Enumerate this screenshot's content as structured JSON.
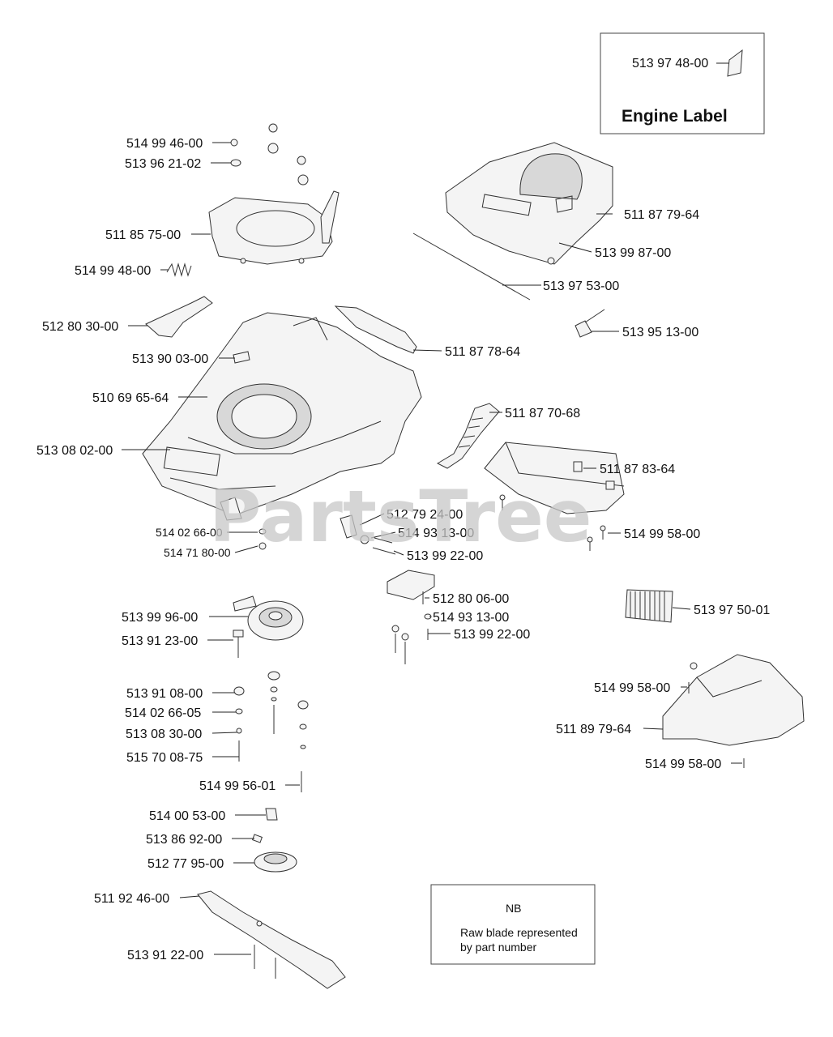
{
  "engine_label_box": {
    "part_number": "513 97 48-00",
    "title": "Engine Label"
  },
  "note_box": {
    "heading": "NB",
    "line1": "Raw blade represented",
    "line2": "by part number"
  },
  "watermark": "PartsTree",
  "callouts": [
    {
      "id": "c01",
      "text": "514 99 46-00"
    },
    {
      "id": "c02",
      "text": "513 96 21-02"
    },
    {
      "id": "c03",
      "text": "511 85 75-00"
    },
    {
      "id": "c04",
      "text": "514 99 48-00"
    },
    {
      "id": "c05",
      "text": "512 80 30-00"
    },
    {
      "id": "c06",
      "text": "513 90 03-00"
    },
    {
      "id": "c07",
      "text": "510 69 65-64"
    },
    {
      "id": "c08",
      "text": "513 08 02-00"
    },
    {
      "id": "c09",
      "text": "514 02 66-00"
    },
    {
      "id": "c10",
      "text": "514 71 80-00"
    },
    {
      "id": "c11",
      "text": "511 87 79-64"
    },
    {
      "id": "c12",
      "text": "513 99 87-00"
    },
    {
      "id": "c13",
      "text": "513 97 53-00"
    },
    {
      "id": "c14",
      "text": "513 95 13-00"
    },
    {
      "id": "c15",
      "text": "511 87 78-64"
    },
    {
      "id": "c16",
      "text": "511 87 70-68"
    },
    {
      "id": "c17",
      "text": "511 87 83-64"
    },
    {
      "id": "c18",
      "text": "512 79 24-00"
    },
    {
      "id": "c19",
      "text": "514 93 13-00"
    },
    {
      "id": "c20",
      "text": "514 99 58-00"
    },
    {
      "id": "c21",
      "text": "513 99 22-00"
    },
    {
      "id": "c22",
      "text": "513 99 96-00"
    },
    {
      "id": "c23",
      "text": "513 91 23-00"
    },
    {
      "id": "c24",
      "text": "512 80 06-00"
    },
    {
      "id": "c25",
      "text": "514 93 13-00"
    },
    {
      "id": "c26",
      "text": "513 99 22-00"
    },
    {
      "id": "c27",
      "text": "513 97 50-01"
    },
    {
      "id": "c28",
      "text": "513 91 08-00"
    },
    {
      "id": "c29",
      "text": "514 02 66-05"
    },
    {
      "id": "c30",
      "text": "513 08 30-00"
    },
    {
      "id": "c31",
      "text": "515 70 08-75"
    },
    {
      "id": "c32",
      "text": "514 99 58-00"
    },
    {
      "id": "c33",
      "text": "511 89 79-64"
    },
    {
      "id": "c34",
      "text": "514 99 58-00"
    },
    {
      "id": "c35",
      "text": "514 99 56-01"
    },
    {
      "id": "c36",
      "text": "514 00 53-00"
    },
    {
      "id": "c37",
      "text": "513 86 92-00"
    },
    {
      "id": "c38",
      "text": "512 77 95-00"
    },
    {
      "id": "c39",
      "text": "511 92 46-00"
    },
    {
      "id": "c40",
      "text": "513 91 22-00"
    }
  ]
}
